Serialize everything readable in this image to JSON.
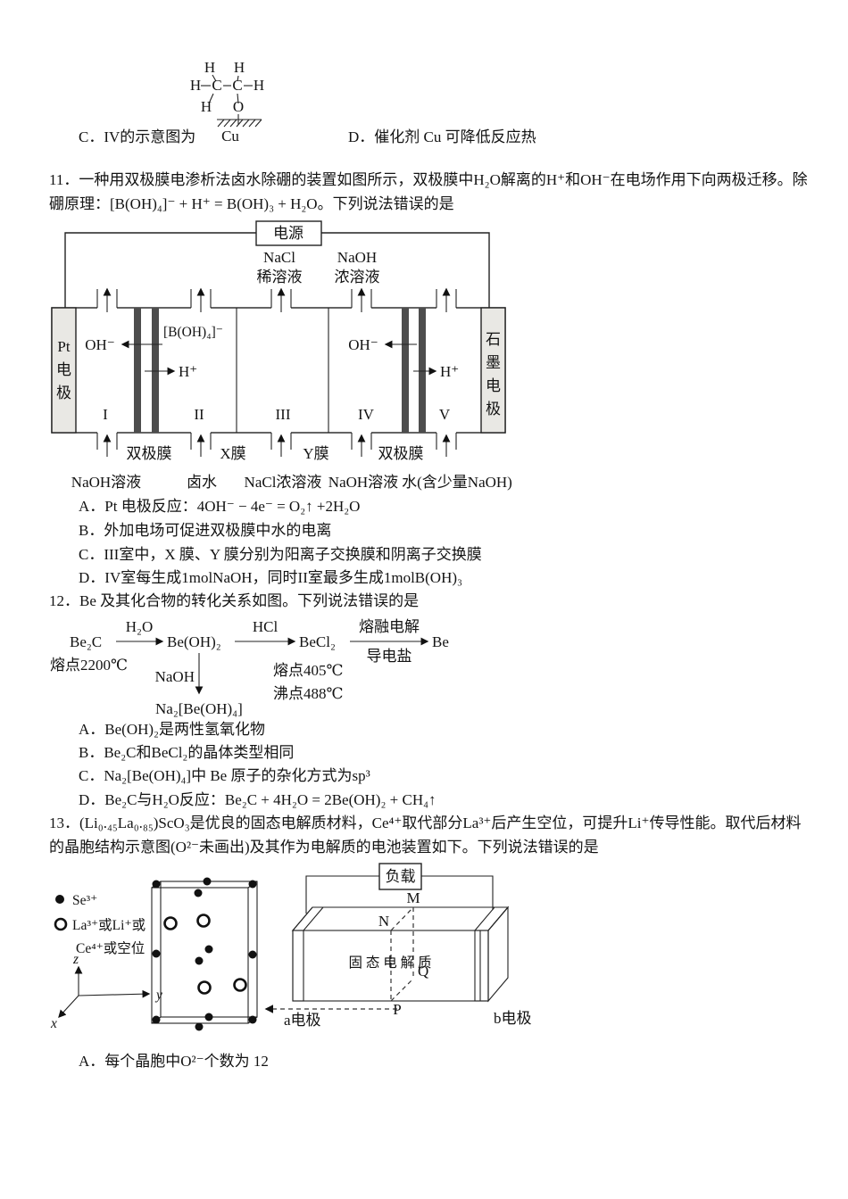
{
  "q10": {
    "option_c": "C．IV的示意图为",
    "option_d": "D．催化剂 Cu 可降低反应热",
    "structure": {
      "h": "H",
      "c": "C",
      "o": "O",
      "cu": "Cu"
    }
  },
  "q11": {
    "stem_line1": "11．一种用双极膜电渗析法卤水除硼的装置如图所示，双极膜中H₂O解离的H⁺和OH⁻在电场作用下向两极迁移。除",
    "stem_line2": "硼原理：[B(OH)₄]⁻ + H⁺ = B(OH)₃ + H₂O。下列说法错误的是",
    "diagram": {
      "power": "电源",
      "top_label1a": "NaCl",
      "top_label1b": "稀溶液",
      "top_label2a": "NaOH",
      "top_label2b": "浓溶液",
      "electrode_left": [
        "Pt",
        "电",
        "极"
      ],
      "electrode_right": [
        "石",
        "墨",
        "电",
        "极"
      ],
      "borate": "[B(OH)₄]⁻",
      "oh": "OH⁻",
      "h": "H⁺",
      "chambers": [
        "I",
        "II",
        "III",
        "IV",
        "V"
      ],
      "membranes": [
        "双极膜",
        "X膜",
        "Y膜",
        "双极膜"
      ],
      "feeds": [
        "NaOH溶液",
        "卤水",
        "NaCl浓溶液",
        "NaOH溶液",
        "水(含少量NaOH)"
      ]
    },
    "options": [
      "A．Pt 电极反应：4OH⁻ − 4e⁻ = O₂↑ +2H₂O",
      "B．外加电场可促进双极膜中水的电离",
      "C．III室中，X 膜、Y 膜分别为阳离子交换膜和阴离子交换膜",
      "D．IV室每生成1molNaOH，同时II室最多生成1molB(OH)₃"
    ]
  },
  "q12": {
    "stem": "12．Be 及其化合物的转化关系如图。下列说法错误的是",
    "diagram": {
      "n1": "Be₂C",
      "n1_note": "熔点2200℃",
      "c1": "H₂O",
      "n2": "Be(OH)₂",
      "c2": "HCl",
      "n3": "BeCl₂",
      "n3_note1": "熔点405℃",
      "n3_note2": "沸点488℃",
      "c3a": "熔融电解",
      "c3b": "导电盐",
      "n4": "Be",
      "c4": "NaOH",
      "n5": "Na₂[Be(OH)₄]"
    },
    "options": [
      "A．Be(OH)₂是两性氢氧化物",
      "B．Be₂C和BeCl₂的晶体类型相同",
      "C．Na₂[Be(OH)₄]中 Be 原子的杂化方式为sp³",
      "D．Be₂C与H₂O反应：Be₂C + 4H₂O = 2Be(OH)₂ + CH₄↑"
    ]
  },
  "q13": {
    "stem_line1": "13．(Li₀.₄₅La₀.₈₅)ScO₃是优良的固态电解质材料，Ce⁴⁺取代部分La³⁺后产生空位，可提升Li⁺传导性能。取代后材料",
    "stem_line2": "的晶胞结构示意图(O²⁻未画出)及其作为电解质的电池装置如下。下列说法错误的是",
    "legend": {
      "filled": "Se³⁺",
      "open1": "La³⁺或Li⁺或",
      "open2": "Ce⁴⁺或空位"
    },
    "axes": {
      "x": "x",
      "y": "y",
      "z": "z"
    },
    "battery": {
      "load": "负载",
      "m": "M",
      "n": "N",
      "q": "Q",
      "p": "P",
      "electrolyte": "固 态 电 解 质",
      "a": "a电极",
      "b": "b电极"
    },
    "option_a": "A．每个晶胞中O²⁻个数为 12"
  },
  "colors": {
    "electrode_fill": "#e9e8e4",
    "membrane_fill": "#4d4d4d",
    "ink": "#131313"
  }
}
